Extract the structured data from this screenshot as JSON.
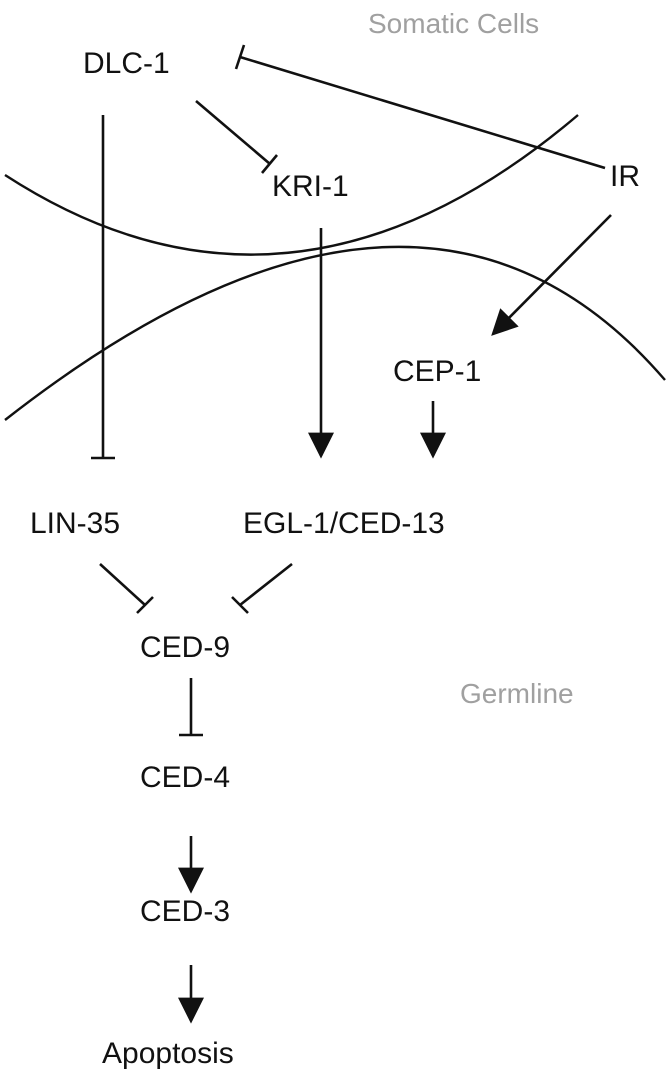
{
  "regions": {
    "somatic": "Somatic Cells",
    "germline": "Germline"
  },
  "nodes": {
    "dlc1": "DLC-1",
    "kri1": "KRI-1",
    "ir": "IR",
    "cep1": "CEP-1",
    "lin35": "LIN-35",
    "egl1_ced13": "EGL-1/CED-13",
    "ced9": "CED-9",
    "ced4": "CED-4",
    "ced3": "CED-3",
    "apoptosis": "Apoptosis"
  },
  "edges": [
    {
      "from": "DLC-1",
      "to": "KRI-1",
      "type": "inhibition"
    },
    {
      "from": "IR",
      "to": "DLC-1",
      "type": "inhibition"
    },
    {
      "from": "DLC-1",
      "to": "LIN-35",
      "type": "inhibition"
    },
    {
      "from": "KRI-1",
      "to": "EGL-1/CED-13",
      "type": "activation"
    },
    {
      "from": "IR",
      "to": "CEP-1",
      "type": "activation"
    },
    {
      "from": "CEP-1",
      "to": "EGL-1/CED-13",
      "type": "activation"
    },
    {
      "from": "LIN-35",
      "to": "CED-9",
      "type": "inhibition"
    },
    {
      "from": "EGL-1/CED-13",
      "to": "CED-9",
      "type": "inhibition"
    },
    {
      "from": "CED-9",
      "to": "CED-4",
      "type": "inhibition"
    },
    {
      "from": "CED-4",
      "to": "CED-3",
      "type": "activation"
    },
    {
      "from": "CED-3",
      "to": "Apoptosis",
      "type": "activation"
    }
  ]
}
